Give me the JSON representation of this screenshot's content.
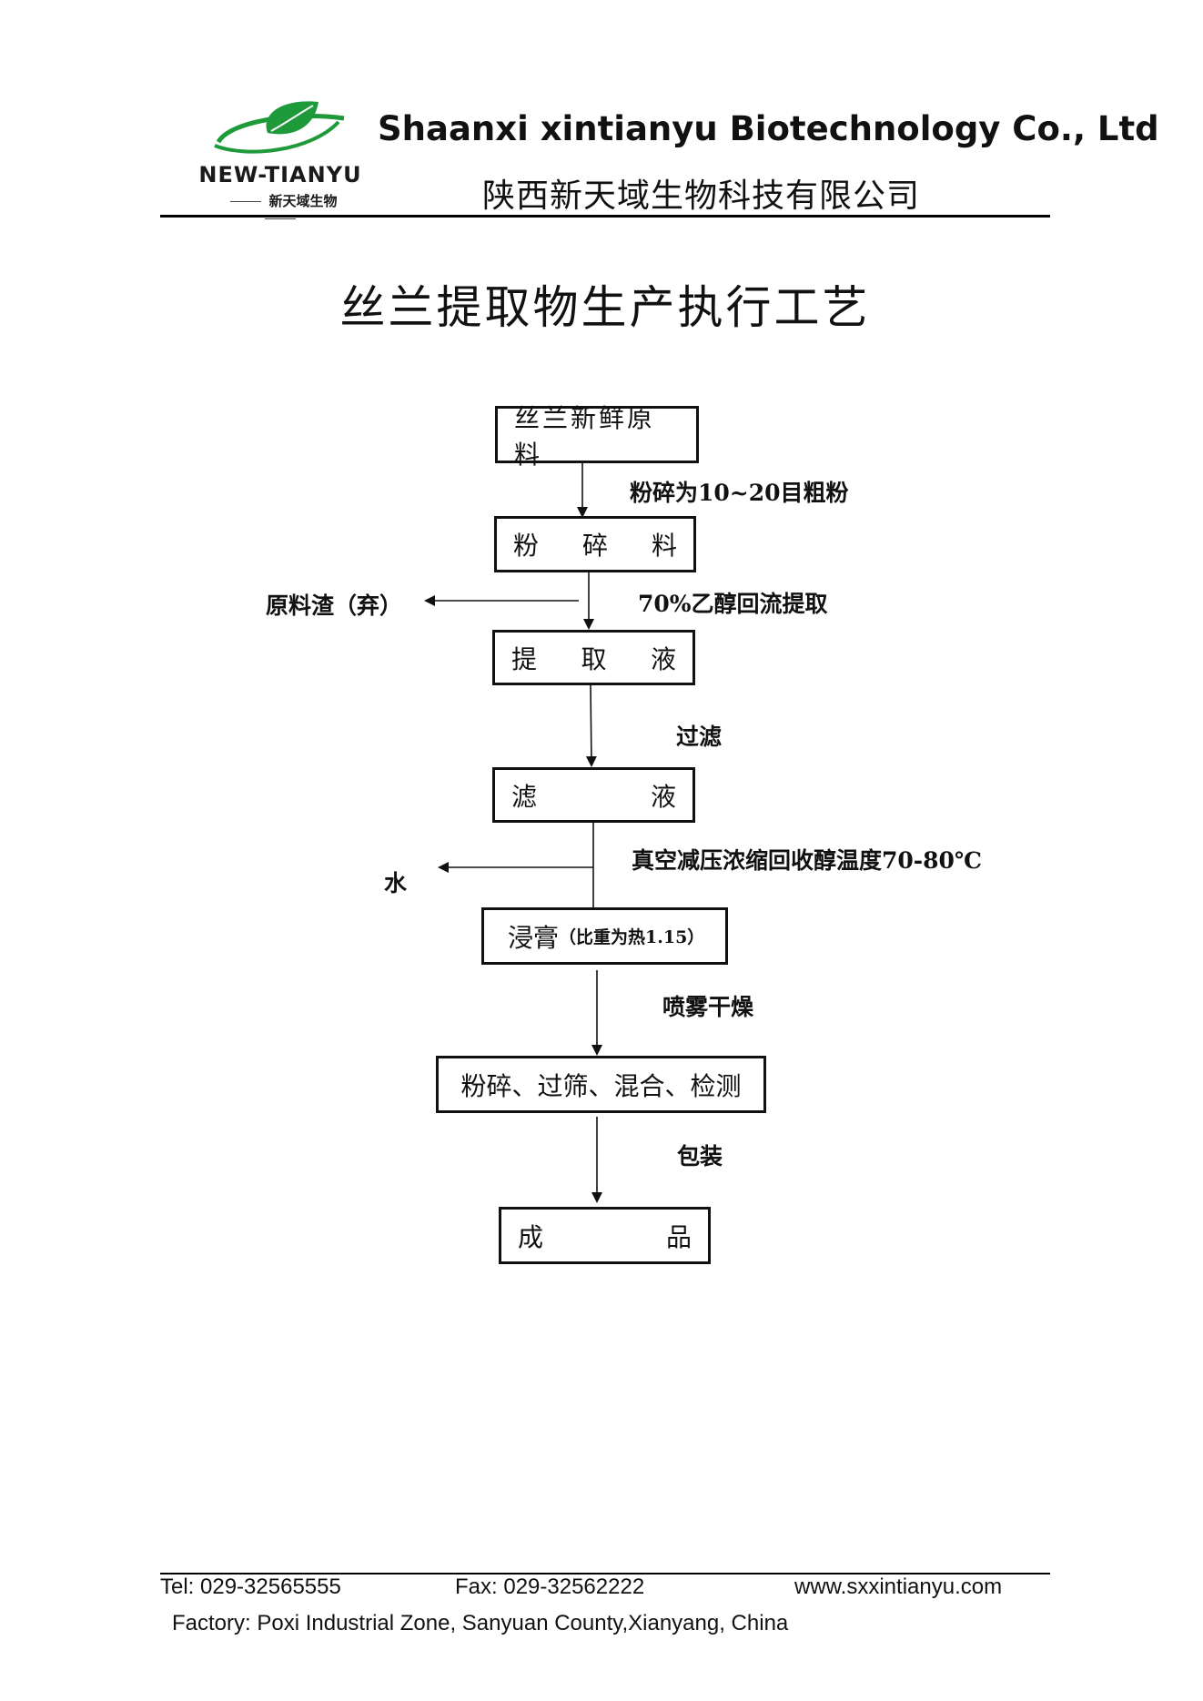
{
  "header": {
    "logo_name": "NEW-TIANYU",
    "logo_cn": "新天域生物",
    "company_en": "Shaanxi xintianyu Biotechnology Co., Ltd",
    "company_cn": "陕西新天域生物科技有限公司",
    "brand_green": "#1f9a3a"
  },
  "title": "丝兰提取物生产执行工艺",
  "flow": {
    "boxes": {
      "raw": "丝兰新鲜原料",
      "crushed": [
        "粉",
        "碎",
        "料"
      ],
      "extract": [
        "提",
        "取",
        "液"
      ],
      "filtrate": [
        "滤",
        "液"
      ],
      "paste_main": "浸膏",
      "paste_note": "（比重为热1.15）",
      "process": "粉碎、过筛、混合、检测",
      "product": [
        "成",
        "品"
      ]
    },
    "steps": {
      "s1": "粉碎为10~20目粗粉",
      "s2": "70%乙醇回流提取",
      "s3": "过滤",
      "s4": "真空减压浓缩回收醇温度70-80℃",
      "s5": "喷雾干燥",
      "s6": "包装"
    },
    "byproducts": {
      "residue": "原料渣（弃）",
      "water": "水"
    }
  },
  "footer": {
    "tel": "Tel: 029-32565555",
    "fax": "Fax: 029-32562222",
    "web": "www.sxxintianyu.com",
    "address": "Factory: Poxi  Industrial Zone, Sanyuan County,Xianyang, China"
  }
}
